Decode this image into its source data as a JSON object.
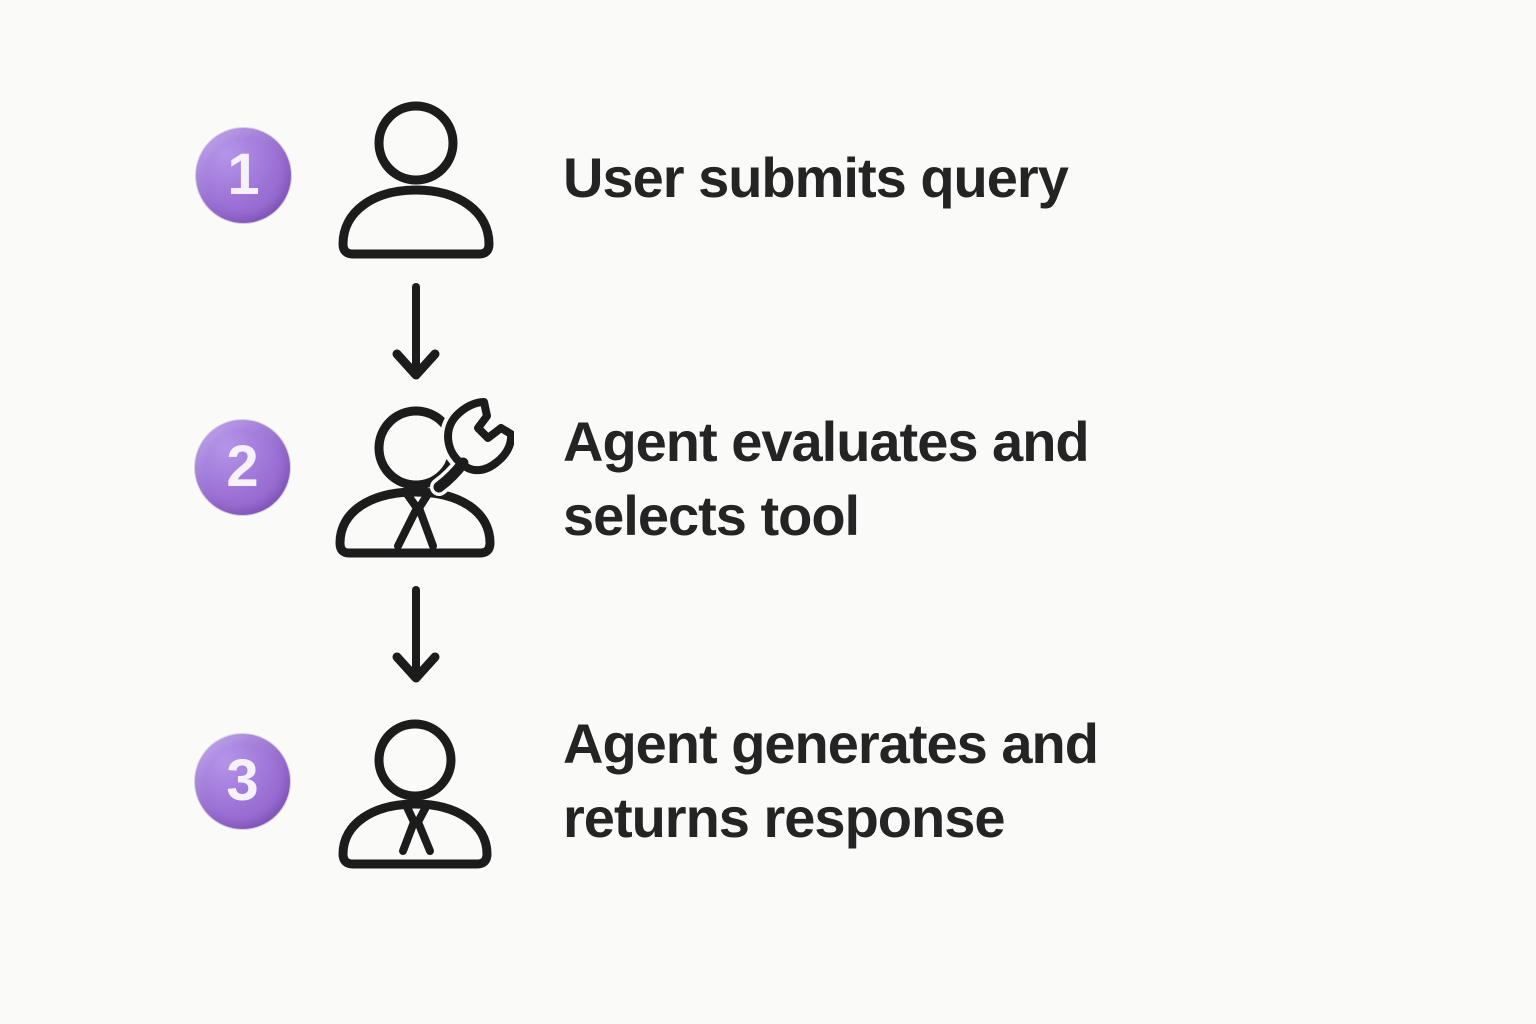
{
  "steps": [
    {
      "number": "1",
      "label": "User submits query",
      "icon": "user-icon"
    },
    {
      "number": "2",
      "label": "Agent evaluates and selects tool",
      "icon": "agent-wrench-icon"
    },
    {
      "number": "3",
      "label": "Agent generates and returns response",
      "icon": "agent-tie-icon"
    }
  ],
  "connectors": [
    {
      "icon": "arrow-down-icon"
    },
    {
      "icon": "arrow-down-icon"
    }
  ],
  "colors": {
    "background": "#fafaf9",
    "accent": "#9b70d4",
    "badge_text": "#f5f2fb",
    "label_text": "#242424",
    "icon_stroke": "#1c1c1c"
  }
}
